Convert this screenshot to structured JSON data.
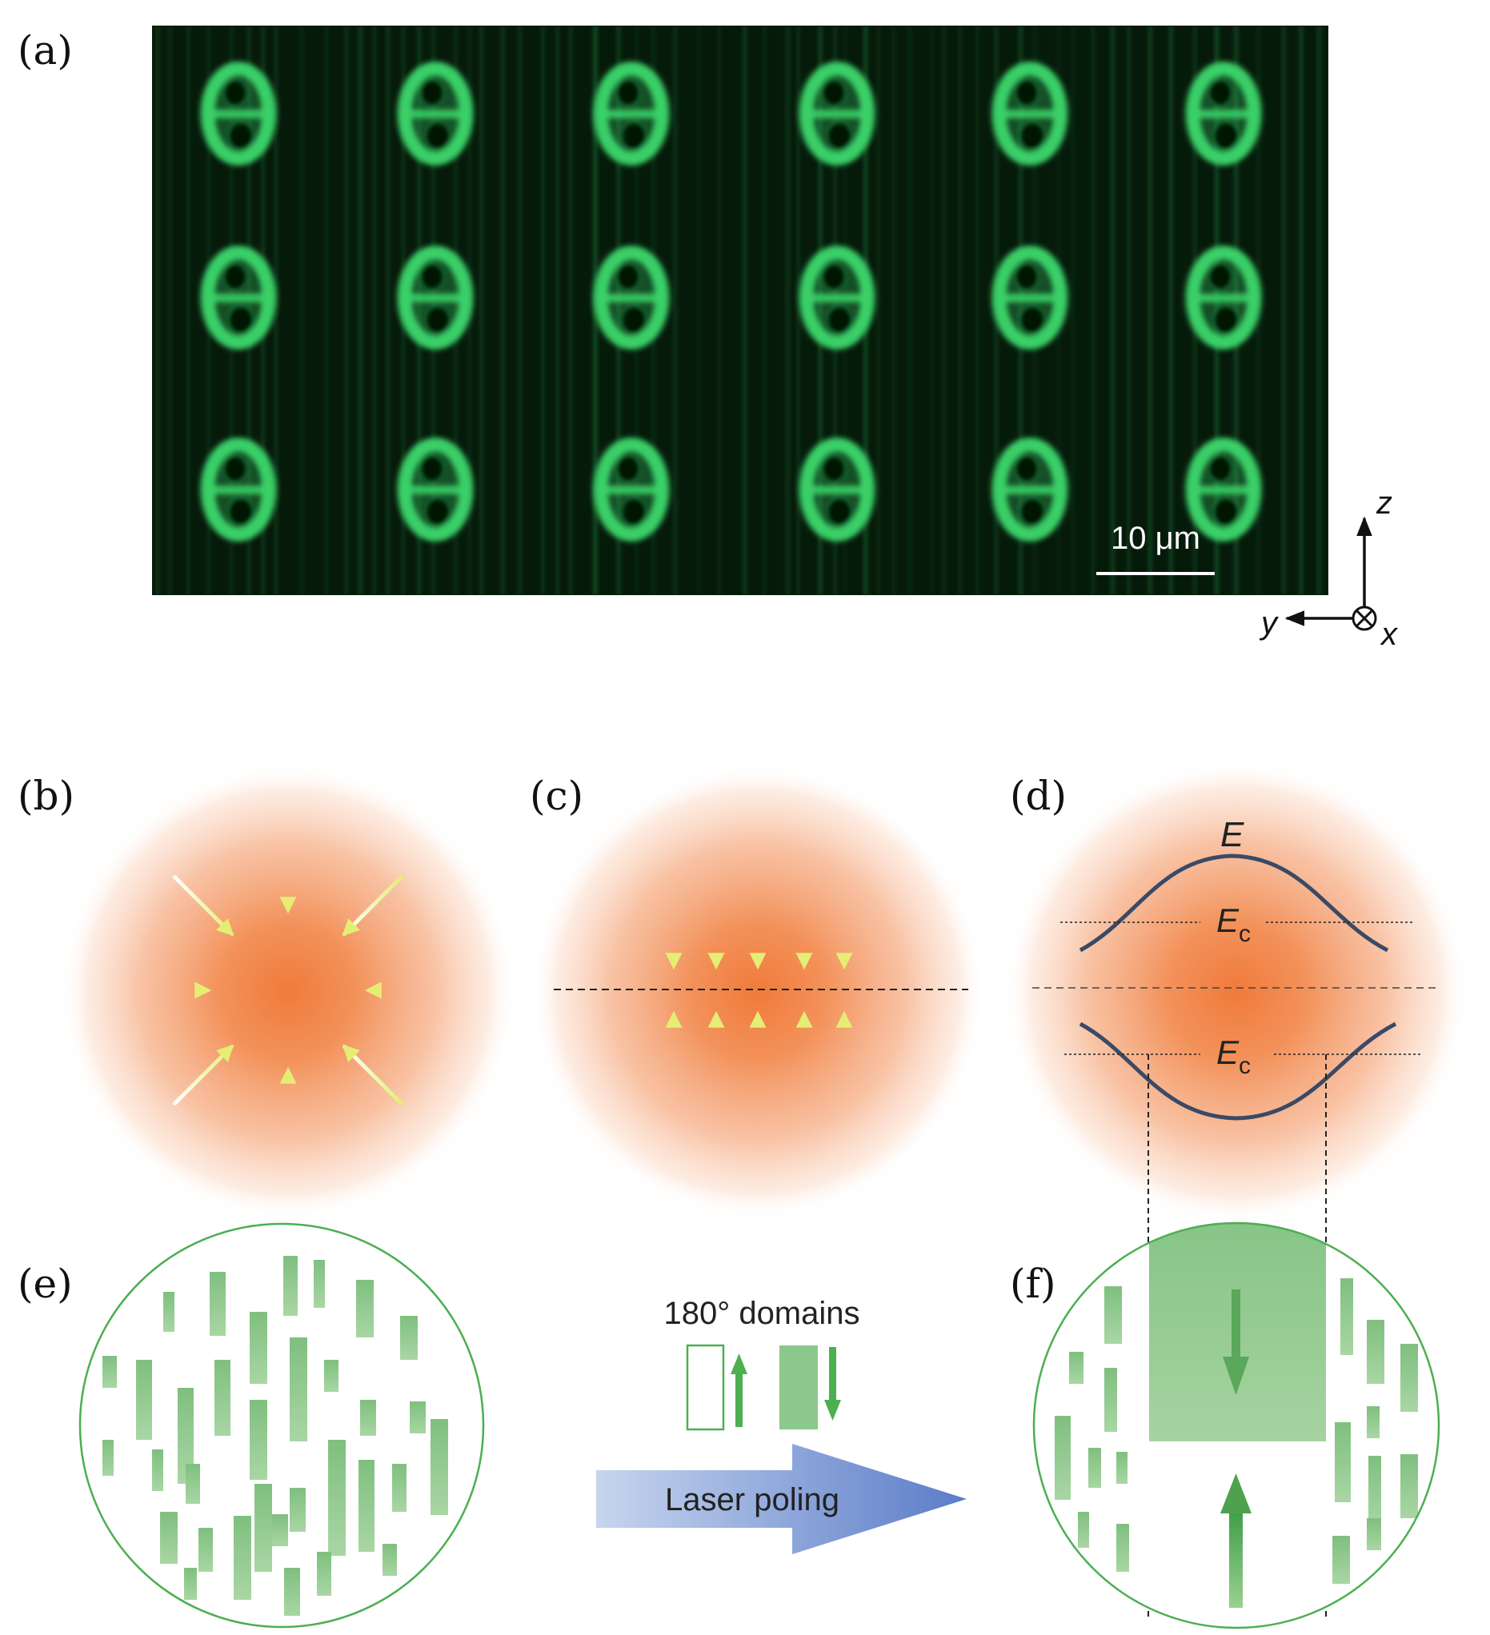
{
  "panels": {
    "a": {
      "label": "(a)",
      "scale_bar": "10 μm",
      "axes": {
        "z": "z",
        "y": "y",
        "x": "x"
      },
      "grid": {
        "rows": 3,
        "cols": 6
      }
    },
    "b": {
      "label": "(b)"
    },
    "c": {
      "label": "(c)"
    },
    "d": {
      "label": "(d)",
      "field_symbol": "E",
      "coercive_symbol": "E",
      "coercive_subscript": "c"
    },
    "e": {
      "label": "(e)"
    },
    "arrow": {
      "domains_label": "180° domains",
      "process_label": "Laser poling"
    },
    "f": {
      "label": "(f)"
    }
  },
  "colors": {
    "micrograph_green": "#3dd66b",
    "heat_orange": "#f07a3a",
    "domain_green": "#8fc98f",
    "arrow_green": "#4caf50",
    "field_arrow_yellow": "#e9f08a",
    "curve_navy": "#3a4a66",
    "laser_arrow_blue": "#6f8fd0"
  },
  "icons": {
    "x_axis": "circled-times-icon"
  }
}
